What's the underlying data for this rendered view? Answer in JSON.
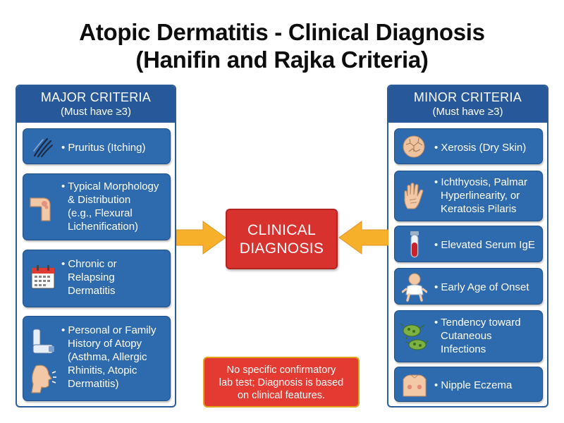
{
  "title": {
    "line1": "Atopic Dermatitis - Clinical Diagnosis",
    "line2": "(Hanifin and Rajka Criteria)"
  },
  "major": {
    "heading": "MAJOR CRITERIA",
    "subheading": "(Must have ≥3)",
    "items": [
      {
        "icon": "scratch-icon",
        "lines": [
          "• Pruritus (Itching)"
        ]
      },
      {
        "icon": "elbow-icon",
        "lines": [
          "• Typical Morphology",
          "& Distribution",
          "(e.g., Flexural",
          "Lichenification)"
        ]
      },
      {
        "icon": "calendar-icon",
        "lines": [
          "• Chronic or",
          "Relapsing",
          "Dermatitis"
        ]
      },
      {
        "icon": "inhaler-icon",
        "lines": [
          "• Personal or Family",
          "History of Atopy",
          "(Asthma, Allergic",
          "Rhinitis, Atopic",
          "Dermatitis)"
        ]
      }
    ]
  },
  "minor": {
    "heading": "MINOR CRITERIA",
    "subheading": "(Must have ≥3)",
    "items": [
      {
        "icon": "dry-skin-icon",
        "lines": [
          "• Xerosis (Dry Skin)"
        ]
      },
      {
        "icon": "hand-icon",
        "lines": [
          "• Ichthyosis, Palmar",
          "Hyperlinearity, or",
          "Keratosis Pilaris"
        ]
      },
      {
        "icon": "blood-tube-icon",
        "lines": [
          "• Elevated Serum IgE"
        ]
      },
      {
        "icon": "baby-icon",
        "lines": [
          "• Early Age of Onset"
        ]
      },
      {
        "icon": "bacteria-icon",
        "lines": [
          "• Tendency toward",
          "Cutaneous",
          "Infections"
        ]
      },
      {
        "icon": "chest-icon",
        "lines": [
          "• Nipple Eczema"
        ]
      }
    ]
  },
  "center": {
    "lines": [
      "CLINICAL",
      "DIAGNOSIS"
    ]
  },
  "note": {
    "lines": [
      "No specific confirmatory",
      "lab test; Diagnosis is based",
      "on clinical features."
    ]
  },
  "colors": {
    "panel_blue": "#27599a",
    "item_blue": "#2e6aae",
    "arrow_orange": "#f7b02a",
    "diagnosis_red": "#d8322f",
    "note_border": "#e3a21c"
  }
}
